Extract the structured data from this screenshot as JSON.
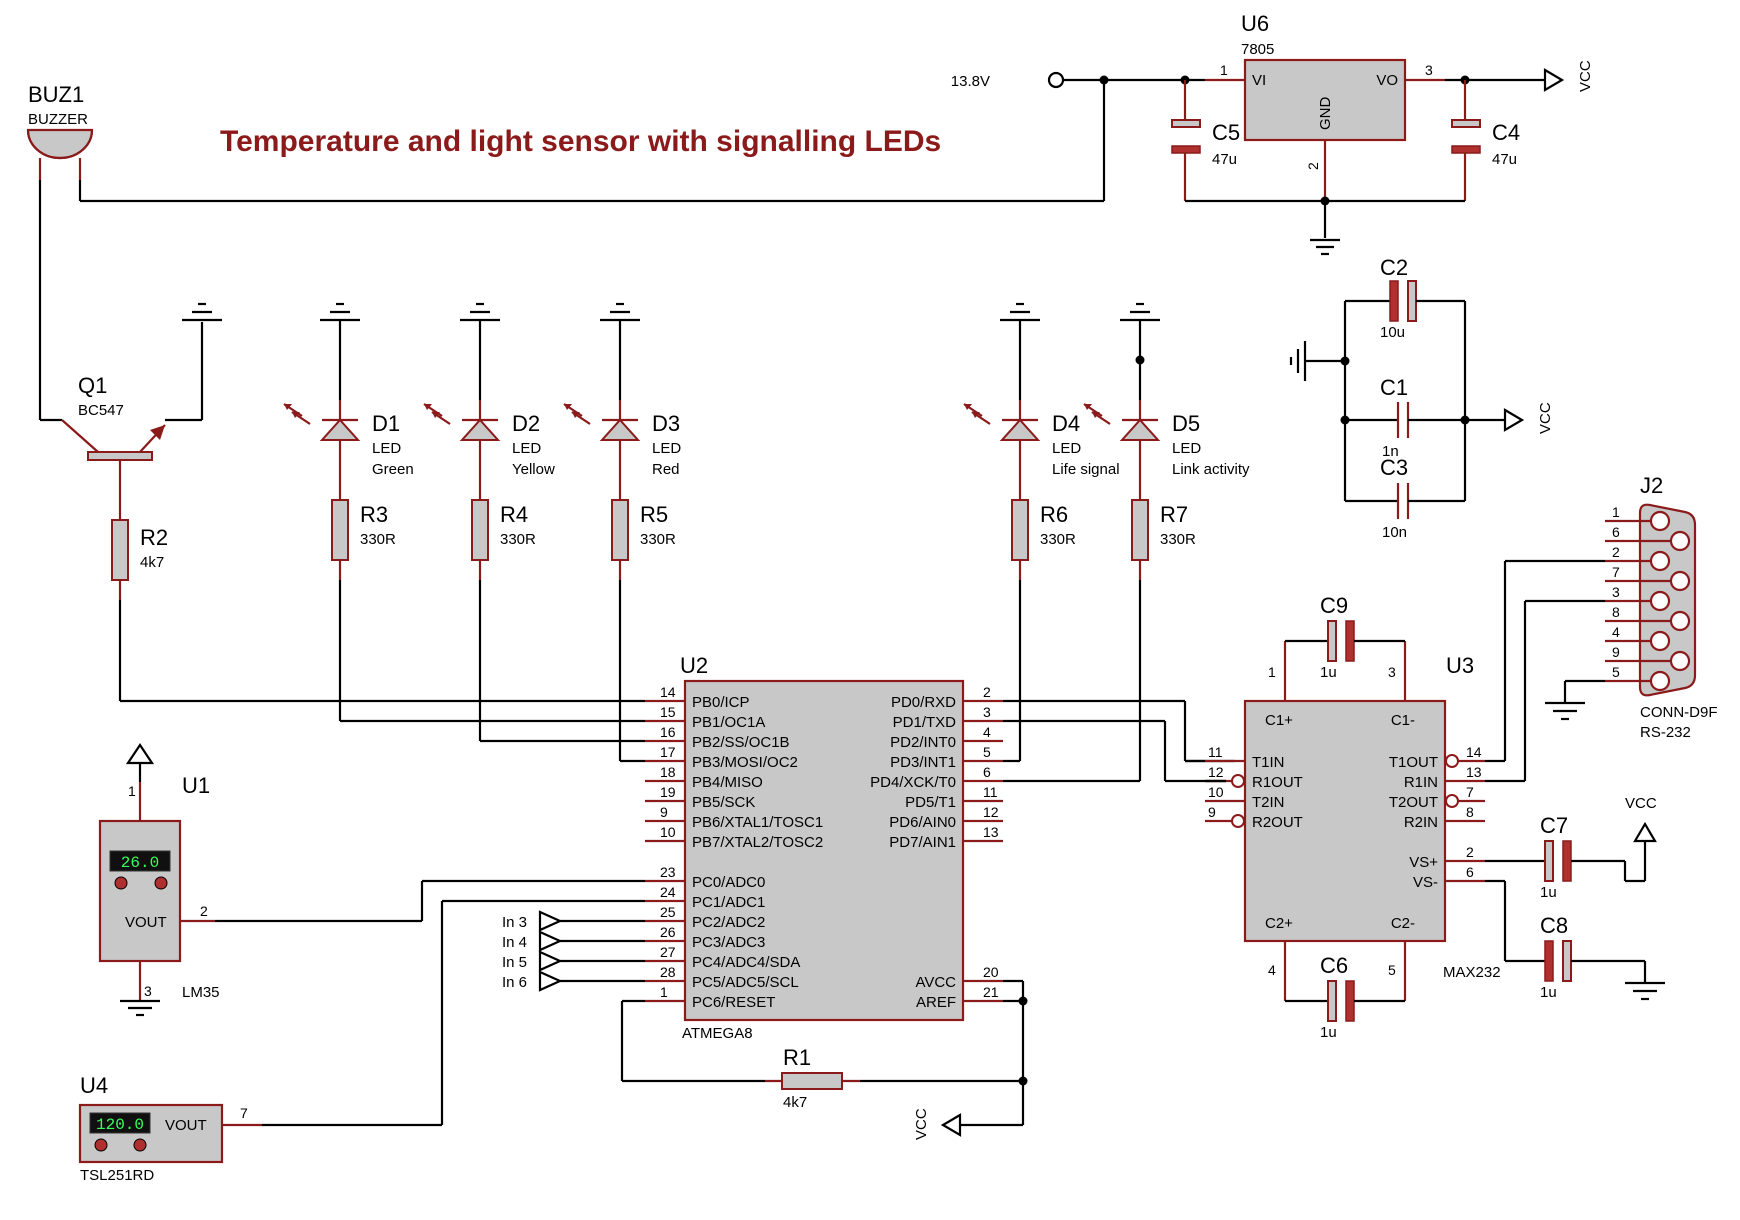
{
  "title": "Temperature and light sensor with signalling LEDs",
  "power": {
    "input": "13.8V",
    "vcc": "VCC"
  },
  "u6": {
    "ref": "U6",
    "value": "7805",
    "vi": "VI",
    "vo": "VO",
    "gnd": "GND",
    "p1": "1",
    "p2": "2",
    "p3": "3"
  },
  "buzzer": {
    "ref": "BUZ1",
    "value": "BUZZER"
  },
  "q1": {
    "ref": "Q1",
    "value": "BC547"
  },
  "caps": {
    "c1": {
      "ref": "C1",
      "value": "1n"
    },
    "c2": {
      "ref": "C2",
      "value": "10u"
    },
    "c3": {
      "ref": "C3",
      "value": "10n"
    },
    "c4": {
      "ref": "C4",
      "value": "47u"
    },
    "c5": {
      "ref": "C5",
      "value": "47u"
    },
    "c6": {
      "ref": "C6",
      "value": "1u"
    },
    "c7": {
      "ref": "C7",
      "value": "1u"
    },
    "c8": {
      "ref": "C8",
      "value": "1u"
    },
    "c9": {
      "ref": "C9",
      "value": "1u"
    }
  },
  "leds": [
    {
      "ref": "D1",
      "type": "LED",
      "color": "Green"
    },
    {
      "ref": "D2",
      "type": "LED",
      "color": "Yellow"
    },
    {
      "ref": "D3",
      "type": "LED",
      "color": "Red"
    },
    {
      "ref": "D4",
      "type": "LED",
      "color": "Life signal"
    },
    {
      "ref": "D5",
      "type": "LED",
      "color": "Link activity"
    }
  ],
  "resistors": {
    "r1": {
      "ref": "R1",
      "value": "4k7"
    },
    "r2": {
      "ref": "R2",
      "value": "4k7"
    },
    "r3": {
      "ref": "R3",
      "value": "330R"
    },
    "r4": {
      "ref": "R4",
      "value": "330R"
    },
    "r5": {
      "ref": "R5",
      "value": "330R"
    },
    "r6": {
      "ref": "R6",
      "value": "330R"
    },
    "r7": {
      "ref": "R7",
      "value": "330R"
    }
  },
  "u2": {
    "ref": "U2",
    "value": "ATMEGA8",
    "left_pins": [
      {
        "num": "14",
        "name": "PB0/ICP"
      },
      {
        "num": "15",
        "name": "PB1/OC1A"
      },
      {
        "num": "16",
        "name": "PB2/SS/OC1B"
      },
      {
        "num": "17",
        "name": "PB3/MOSI/OC2"
      },
      {
        "num": "18",
        "name": "PB4/MISO"
      },
      {
        "num": "19",
        "name": "PB5/SCK"
      },
      {
        "num": "9",
        "name": "PB6/XTAL1/TOSC1"
      },
      {
        "num": "10",
        "name": "PB7/XTAL2/TOSC2"
      },
      {
        "num": "23",
        "name": "PC0/ADC0"
      },
      {
        "num": "24",
        "name": "PC1/ADC1"
      },
      {
        "num": "25",
        "name": "PC2/ADC2"
      },
      {
        "num": "26",
        "name": "PC3/ADC3"
      },
      {
        "num": "27",
        "name": "PC4/ADC4/SDA"
      },
      {
        "num": "28",
        "name": "PC5/ADC5/SCL"
      },
      {
        "num": "1",
        "name": "PC6/RESET"
      }
    ],
    "right_pins": [
      {
        "num": "2",
        "name": "PD0/RXD"
      },
      {
        "num": "3",
        "name": "PD1/TXD"
      },
      {
        "num": "4",
        "name": "PD2/INT0"
      },
      {
        "num": "5",
        "name": "PD3/INT1"
      },
      {
        "num": "6",
        "name": "PD4/XCK/T0"
      },
      {
        "num": "11",
        "name": "PD5/T1"
      },
      {
        "num": "12",
        "name": "PD6/AIN0"
      },
      {
        "num": "13",
        "name": "PD7/AIN1"
      },
      {
        "num": "20",
        "name": "AVCC"
      },
      {
        "num": "21",
        "name": "AREF"
      }
    ]
  },
  "inputs": [
    "In 3",
    "In 4",
    "In 5",
    "In 6"
  ],
  "u1": {
    "ref": "U1",
    "value": "LM35",
    "display": "26.0",
    "vout": "VOUT",
    "p1": "1",
    "p2": "2",
    "p3": "3"
  },
  "u4": {
    "ref": "U4",
    "value": "TSL251RD",
    "display": "120.0",
    "vout": "VOUT",
    "p7": "7"
  },
  "u3": {
    "ref": "U3",
    "value": "MAX232",
    "left_pins": [
      {
        "num": "11",
        "name": "T1IN"
      },
      {
        "num": "12",
        "name": "R1OUT"
      },
      {
        "num": "10",
        "name": "T2IN"
      },
      {
        "num": "9",
        "name": "R2OUT"
      }
    ],
    "right_pins": [
      {
        "num": "14",
        "name": "T1OUT"
      },
      {
        "num": "13",
        "name": "R1IN"
      },
      {
        "num": "7",
        "name": "T2OUT"
      },
      {
        "num": "8",
        "name": "R2IN"
      },
      {
        "num": "2",
        "name": "VS+"
      },
      {
        "num": "6",
        "name": "VS-"
      }
    ],
    "c1p": "C1+",
    "c1m": "C1-",
    "c2p": "C2+",
    "c2m": "C2-",
    "p1": "1",
    "p3": "3",
    "p4": "4",
    "p5": "5"
  },
  "j2": {
    "ref": "J2",
    "value": "CONN-D9F",
    "desc": "RS-232",
    "pins": [
      "1",
      "6",
      "2",
      "7",
      "3",
      "8",
      "4",
      "9",
      "5"
    ]
  }
}
